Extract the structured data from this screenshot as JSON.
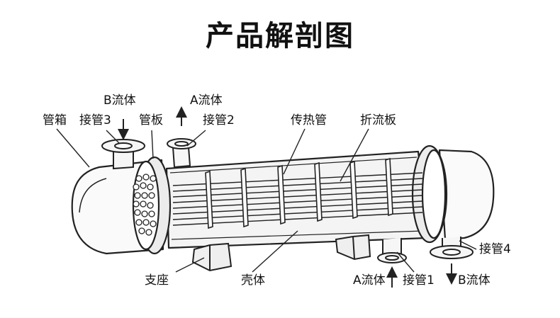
{
  "title": "产品解剖图",
  "labels": {
    "tube_box": "管箱",
    "nozzle_3": "接管3",
    "fluid_b_top": "B流体",
    "tube_sheet": "管板",
    "fluid_a_top": "A流体",
    "nozzle_2": "接管2",
    "heat_tube": "传热管",
    "baffle": "折流板",
    "support": "支座",
    "shell": "壳体",
    "fluid_a_bottom": "A流体",
    "nozzle_1": "接管1",
    "fluid_b_bottom": "B流体",
    "nozzle_4": "接管4"
  },
  "colors": {
    "ink": "#222222",
    "background": "#ffffff",
    "shade": "#d9d9d9"
  }
}
